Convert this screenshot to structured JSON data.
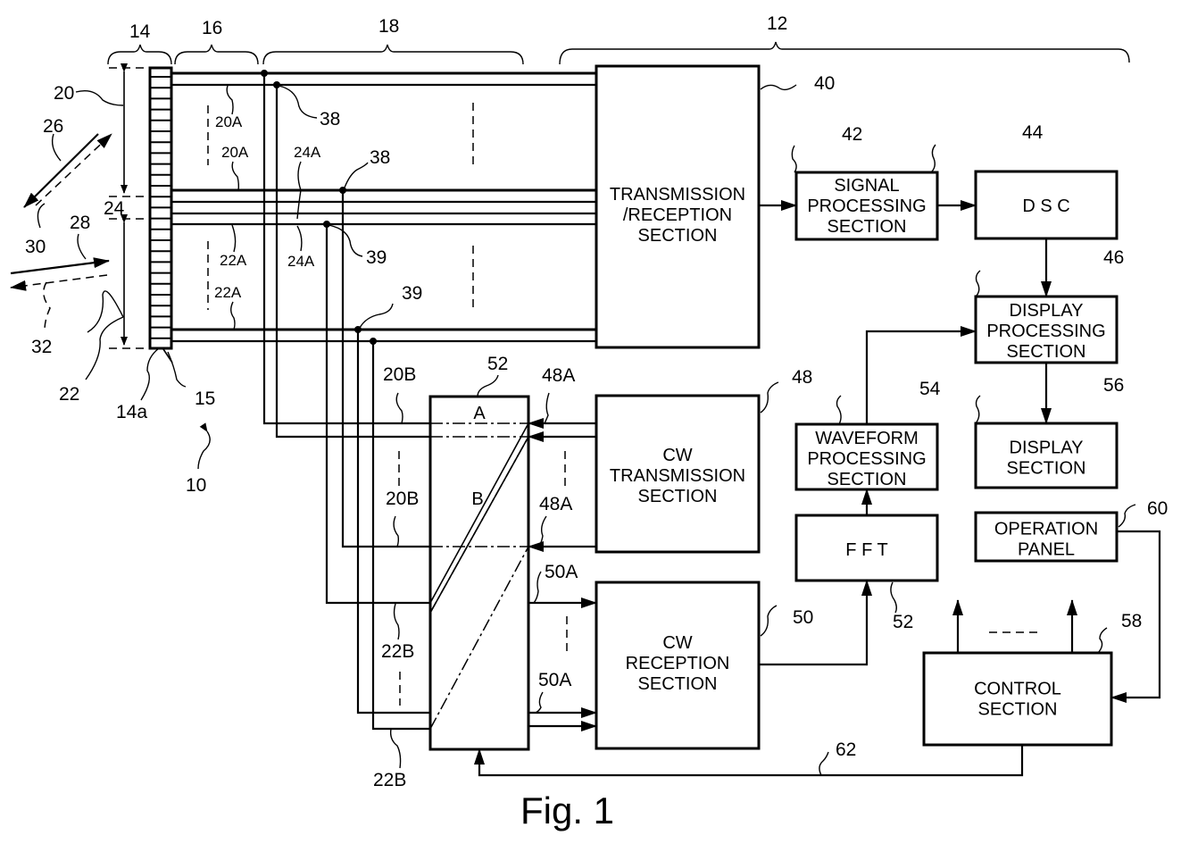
{
  "figure": {
    "caption": "Fig. 1"
  },
  "blocks": {
    "tr": {
      "lines": [
        "TRANSMISSION",
        "/RECEPTION",
        "SECTION"
      ],
      "ref": "40"
    },
    "sp": {
      "lines": [
        "SIGNAL",
        "PROCESSING",
        "SECTION"
      ],
      "ref": "42"
    },
    "dsc": {
      "lines": [
        "D S C"
      ],
      "ref": "44"
    },
    "dp": {
      "lines": [
        "DISPLAY",
        "PROCESSING",
        "SECTION"
      ],
      "ref": "46"
    },
    "cwt": {
      "lines": [
        "CW",
        "TRANSMISSION",
        "SECTION"
      ],
      "ref": "48"
    },
    "cwr": {
      "lines": [
        "CW",
        "RECEPTION",
        "SECTION"
      ],
      "ref": "50"
    },
    "wp": {
      "lines": [
        "WAVEFORM",
        "PROCESSING",
        "SECTION"
      ],
      "ref": "54"
    },
    "fft": {
      "lines": [
        "F F T"
      ],
      "ref": "52"
    },
    "ds": {
      "lines": [
        "DISPLAY",
        "SECTION"
      ],
      "ref": "56"
    },
    "op": {
      "lines": [
        "OPERATION",
        "PANEL"
      ],
      "ref": "60"
    },
    "cs": {
      "lines": [
        "CONTROL",
        "SECTION"
      ],
      "ref": "58"
    },
    "sw": {
      "ref": "52",
      "region_a": "A",
      "region_b": "B"
    }
  },
  "brackets": {
    "probe": "14",
    "cable": "16",
    "connector": "18",
    "main_unit": "12"
  },
  "refs": {
    "r20": "20",
    "r22": "22",
    "r24": "24",
    "r26": "26",
    "r28": "28",
    "r30": "30",
    "r32": "32",
    "r14a": "14a",
    "r15": "15",
    "r10": "10",
    "r38a": "38",
    "r38b": "38",
    "r39a": "39",
    "r39b": "39",
    "r20A1": "20A",
    "r20A2": "20A",
    "r24A1": "24A",
    "r24A2": "24A",
    "r22A1": "22A",
    "r22A2": "22A",
    "r20B1": "20B",
    "r20B2": "20B",
    "r22B1": "22B",
    "r22B2": "22B",
    "r48A1": "48A",
    "r48A2": "48A",
    "r50A1": "50A",
    "r50A2": "50A",
    "r62": "62"
  }
}
